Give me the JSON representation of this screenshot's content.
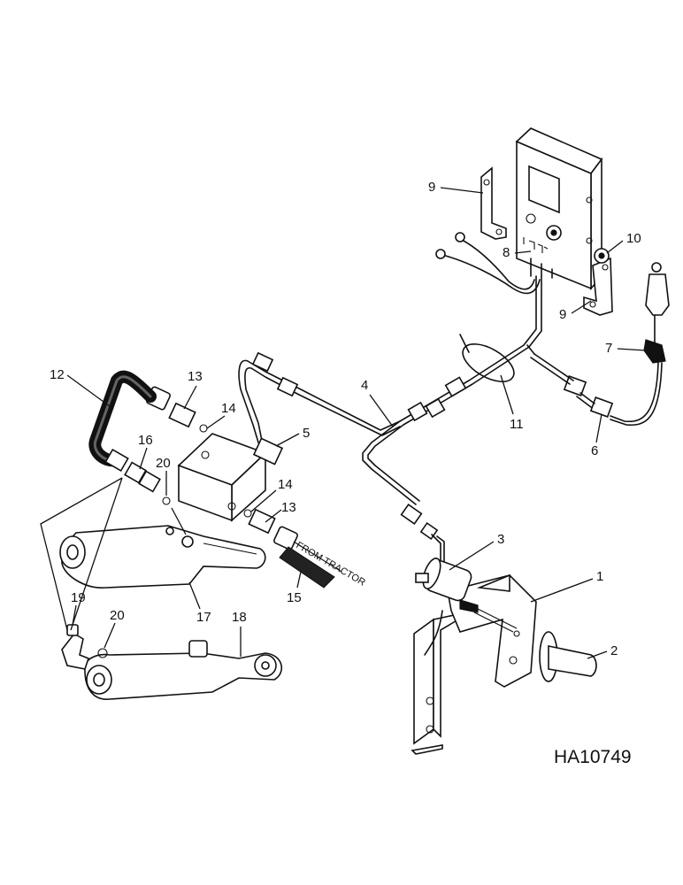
{
  "drawing_number": "HA10749",
  "hose_annotation": "FROM TRACTOR",
  "callouts": [
    "1",
    "2",
    "3",
    "4",
    "5",
    "6",
    "7",
    "8",
    "9",
    "9",
    "10",
    "11",
    "12",
    "13",
    "13",
    "14",
    "14",
    "15",
    "16",
    "17",
    "18",
    "19",
    "20",
    "20"
  ]
}
